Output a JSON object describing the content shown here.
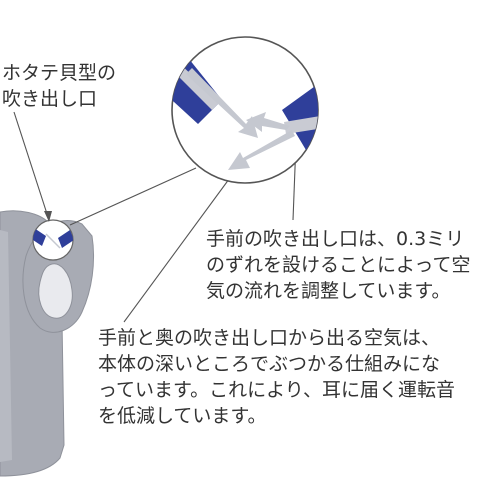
{
  "callouts": {
    "scallop_outlet": {
      "lines": [
        "ホタテ貝型の",
        "吹き出し口"
      ]
    },
    "front_outlet": {
      "lines": [
        "手前の吹き出し口は、0.3ミリ",
        "のずれを設けることによって空",
        "気の流れを調整しています。"
      ]
    },
    "airflow_collision": {
      "lines": [
        "手前と奥の吹き出し口から出る空気は、",
        "本体の深いところでぶつかる仕組みにな",
        "っています。これにより、耳に届く運転音",
        "を低減しています。"
      ]
    }
  },
  "colors": {
    "body_gray": "#a8abb4",
    "body_outline": "#8f929b",
    "nozzle_blue": "#2f3f9a",
    "arrow_gray": "#c5c8d0",
    "text": "#333333",
    "leader_line": "#555555"
  },
  "icons": {
    "airflow_arrow": "arrow-icon",
    "outlet": "nozzle-icon"
  }
}
